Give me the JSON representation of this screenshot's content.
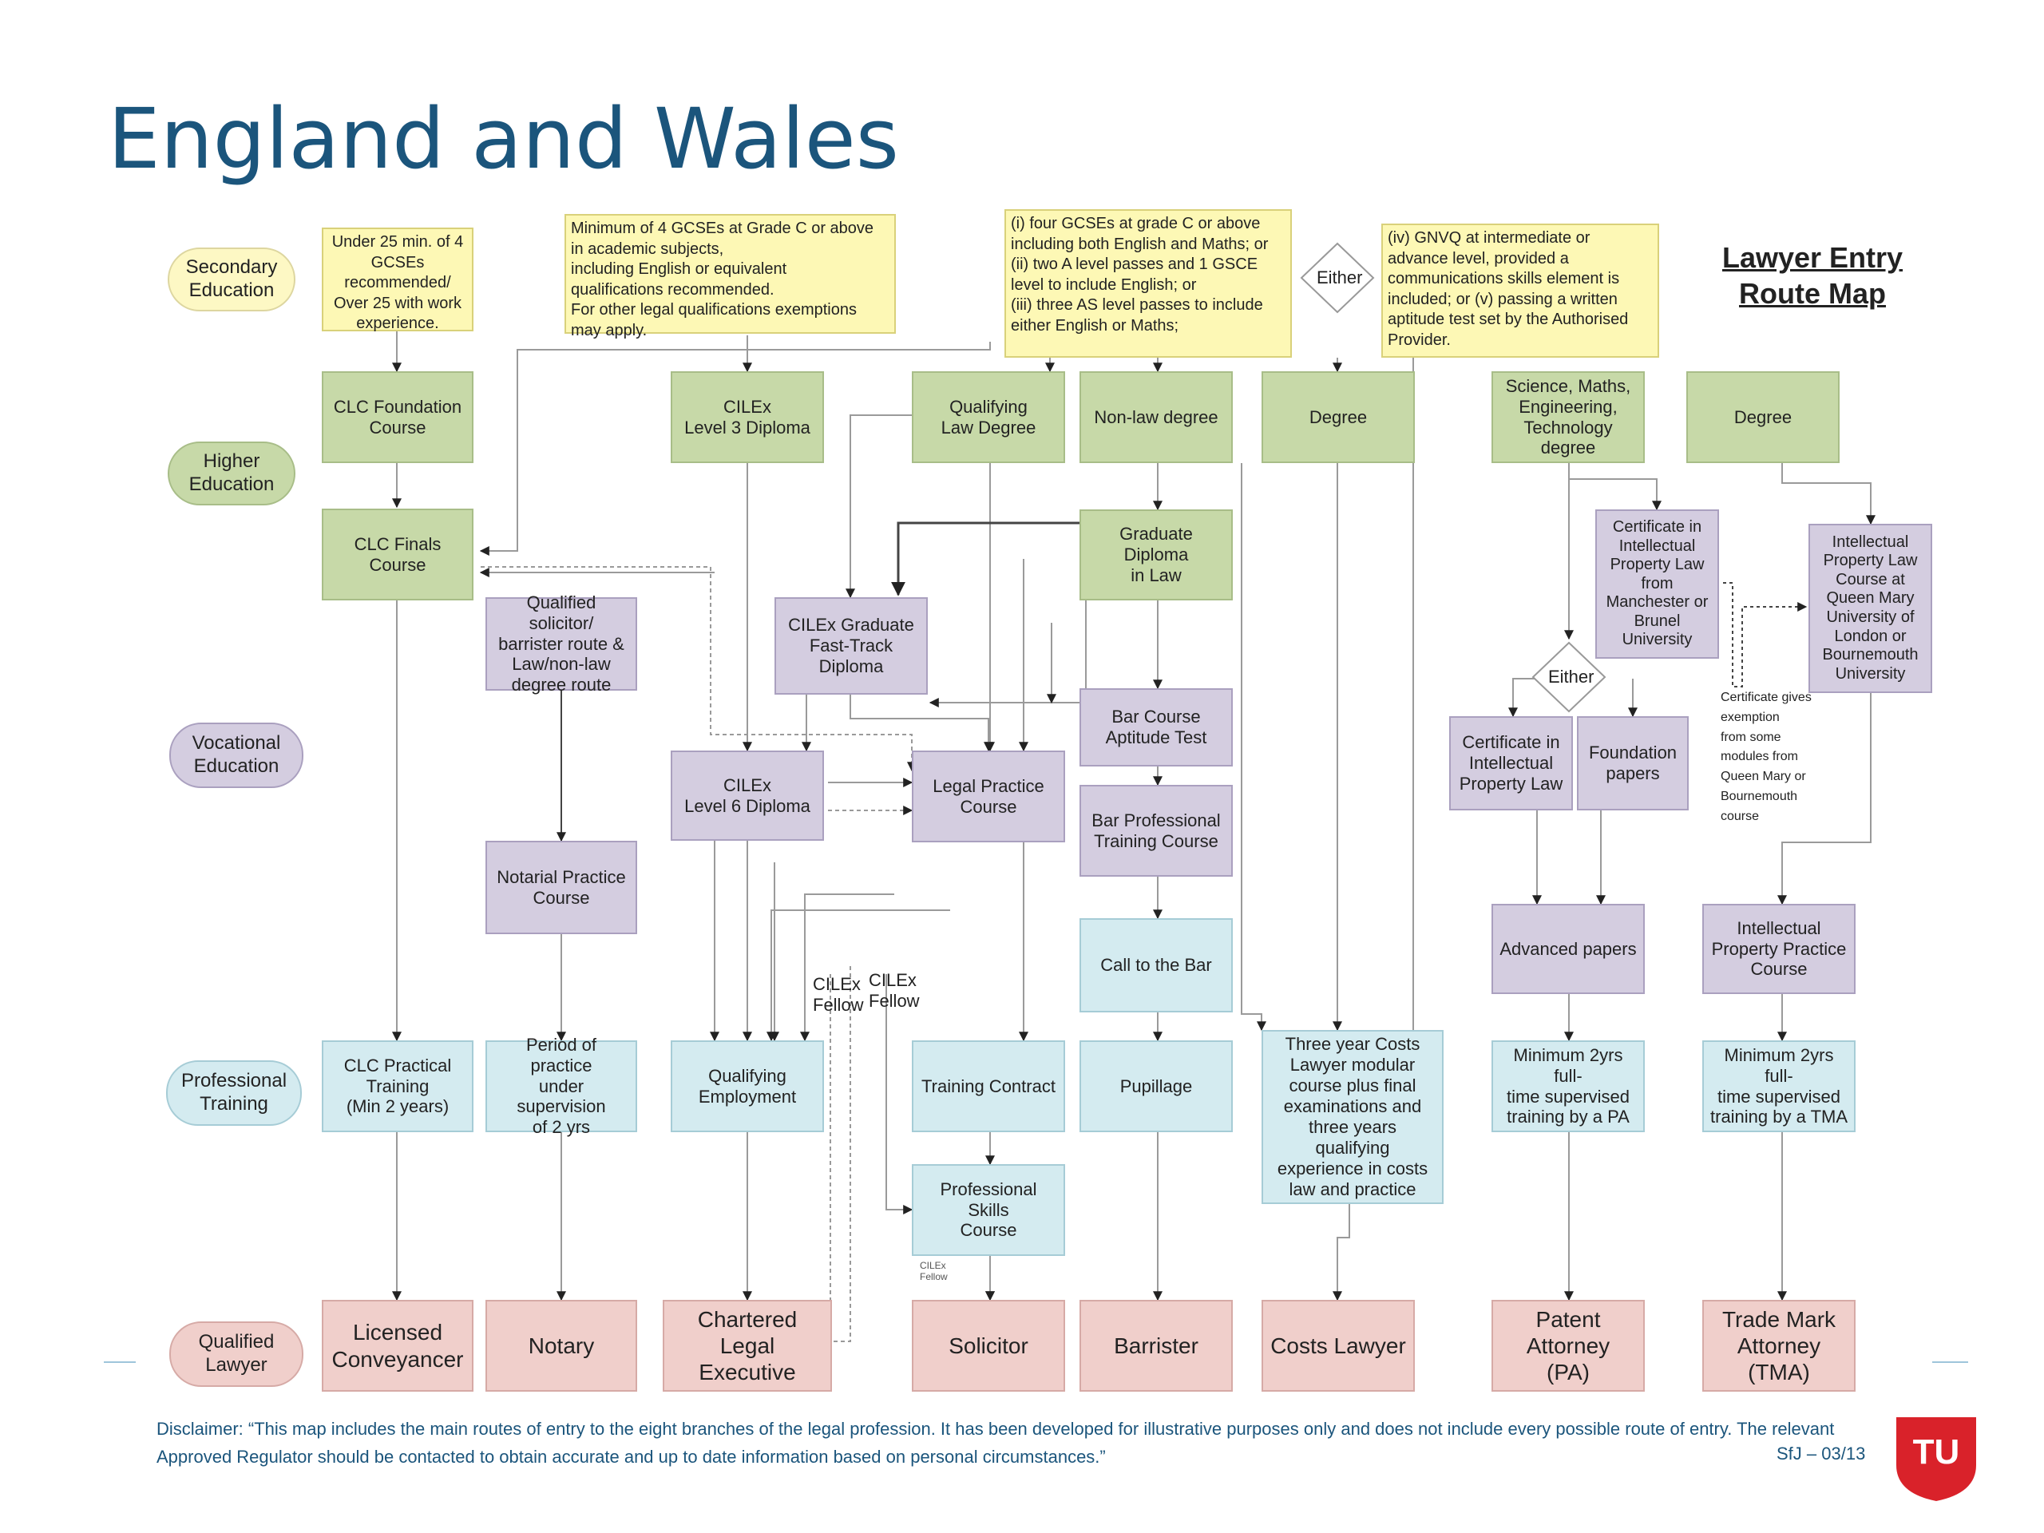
{
  "title": "England and Wales",
  "map_title": "Lawyer Entry\nRoute Map",
  "stages": {
    "secondary": "Secondary\nEducation",
    "higher": "Higher\nEducation",
    "vocational": "Vocational\nEducation",
    "professional": "Professional\nTraining",
    "qualified": "Qualified\nLawyer"
  },
  "notes": {
    "under25": "Under 25 min. of 4 GCSEs recommended/ Over 25 with work experience.",
    "min4": "Minimum of 4 GCSEs at Grade C or above\nin academic subjects,\nincluding English or equivalent\nqualifications recommended.\nFor other legal qualifications exemptions\nmay apply.",
    "gcse_options": "(i) four GCSEs at grade C or above\nincluding both English and Maths; or\n(ii) two A level passes and 1 GSCE\nlevel to include English; or\n(iii) three AS level passes to include\neither English or Maths;",
    "gnvq": "(iv) GNVQ at intermediate or\nadvance level, provided a\ncommunications skills element is\nincluded; or   (v) passing a written\naptitude test set by the Authorised\nProvider."
  },
  "either_1": "Either",
  "either_2": "Either",
  "boxes": {
    "clc_foundation": "CLC Foundation\nCourse",
    "cilex_l3": "CILEx\nLevel 3 Diploma",
    "qualifying_law_degree": "Qualifying\nLaw Degree",
    "non_law_degree": "Non-law degree",
    "degree_1": "Degree",
    "stem_degree": "Science, Maths,\nEngineering,\nTechnology\ndegree",
    "degree_2": "Degree",
    "clc_finals": "CLC Finals\nCourse",
    "qualified_solicitor_route": "Qualified solicitor/\nbarrister route &\nLaw/non-law\ndegree route",
    "cilex_graduate": "CILEx Graduate\nFast-Track\nDiploma",
    "graduate_diploma": "Graduate Diploma\nin Law",
    "cert_ip_manchester": "Certificate in\nIntellectual\nProperty Law\nfrom\nManchester or\nBrunel\nUniversity",
    "ip_law_qmul": "Intellectual\nProperty Law\nCourse at\nQueen Mary\nUniversity of\nLondon or\nBournemouth\nUniversity",
    "bar_aptitude": "Bar Course\nAptitude Test",
    "cilex_l6": "CILEx\nLevel 6 Diploma",
    "legal_practice": "Legal Practice\nCourse",
    "bar_professional": "Bar Professional\nTraining Course",
    "cert_ip_law": "Certificate in\nIntellectual\nProperty Law",
    "foundation_papers": "Foundation\npapers",
    "notarial_practice": "Notarial Practice\nCourse",
    "call_to_bar": "Call to the Bar",
    "advanced_papers": "Advanced papers",
    "ip_practice": "Intellectual\nProperty Practice\nCourse",
    "clc_practical": "CLC Practical\nTraining\n(Min 2 years)",
    "period_practice": "Period of practice\nunder supervision\nof 2 yrs",
    "qualifying_employment": "Qualifying\nEmployment",
    "training_contract": "Training Contract",
    "pupillage": "Pupillage",
    "costs_course": "Three year Costs\nLawyer modular\ncourse plus final\nexaminations and\nthree years qualifying\nexperience in costs\nlaw and practice",
    "min2_pa": "Minimum 2yrs full-\ntime supervised\ntraining by a PA",
    "min2_tma": "Minimum 2yrs full-\ntime supervised\ntraining by a TMA",
    "professional_skills": "Professional Skills\nCourse"
  },
  "outcomes": {
    "licensed_conveyancer": "Licensed\nConveyancer",
    "notary": "Notary",
    "chartered_legal_exec": "Chartered\nLegal Executive",
    "solicitor": "Solicitor",
    "barrister": "Barrister",
    "costs_lawyer": "Costs Lawyer",
    "patent_attorney": "Patent\nAttorney\n(PA)",
    "trade_mark_attorney": "Trade Mark\nAttorney\n(TMA)"
  },
  "labels": {
    "cilex_fellow_1": "CILEx\nFellow",
    "cilex_fellow_2": "CILEx\nFellow",
    "cilex_fellow_small": "CILEx\nFellow",
    "cert_exemption": "Certificate gives\nexemption\nfrom some\nmodules from\nQueen Mary or\nBournemouth\ncourse"
  },
  "disclaimer": "Disclaimer: “This map includes the main routes of entry to the eight branches of the legal profession. It has been developed for illustrative purposes only and does not include every possible route of entry. The relevant Approved Regulator should be contacted to obtain accurate and up to date information based on personal circumstances.”",
  "reference": "SfJ – 03/13",
  "logo_text": "TU",
  "colors": {
    "title": "#1b557c",
    "green": "#c7d9a8",
    "purple": "#d4cde0",
    "blue": "#d4ebf0",
    "pink": "#f0cfcb",
    "note": "#fdf8b5",
    "logo": "#d9222a"
  }
}
